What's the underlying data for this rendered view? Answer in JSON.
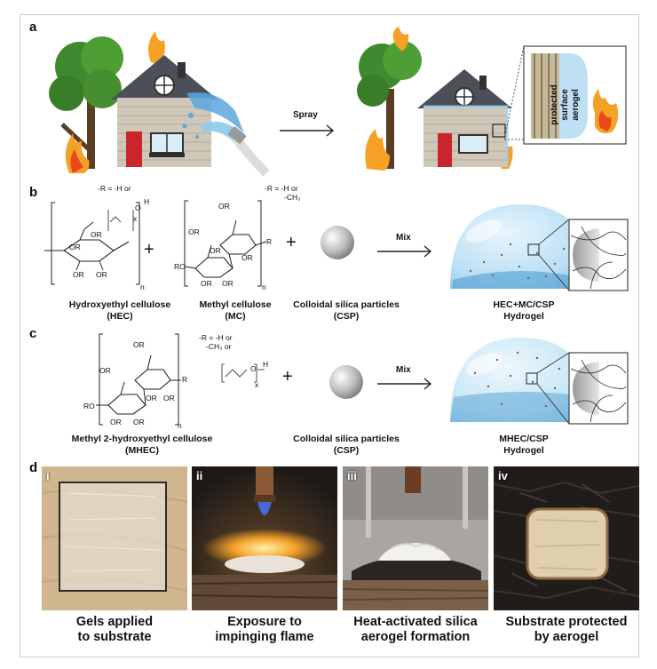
{
  "panels": {
    "a": "a",
    "b": "b",
    "c": "c",
    "d": "d"
  },
  "panel_a": {
    "arrow_label": "Spray",
    "zoom_text": [
      "protected",
      "surface",
      "aerogel"
    ]
  },
  "panel_b": {
    "r_note_1": [
      "-R = -H or"
    ],
    "r_note_2": [
      "-R = -H or",
      "-CH₃"
    ],
    "mix_label": "Mix",
    "captions": [
      [
        "Hydroxyethyl cellulose",
        "(HEC)"
      ],
      [
        "Methyl cellulose",
        "(MC)"
      ],
      [
        "Colloidal silica particles",
        "(CSP)"
      ],
      [
        "HEC+MC/CSP",
        "Hydrogel"
      ]
    ]
  },
  "panel_c": {
    "r_note": [
      "-R = -H or",
      "-CH₃ or"
    ],
    "mix_label": "Mix",
    "captions": [
      [
        "Methyl 2-hydroxyethyl cellulose",
        "(MHEC)"
      ],
      [
        "Colloidal silica particles",
        "(CSP)"
      ],
      [
        "MHEC/CSP",
        "Hydrogel"
      ]
    ]
  },
  "chem_text": {
    "OR": "OR",
    "RO": "RO",
    "O": "O",
    "H": "H",
    "R": "R",
    "x": "x",
    "n": "n"
  },
  "panel_d": {
    "photos": [
      {
        "roman": "i",
        "caption": [
          "Gels applied",
          "to substrate"
        ]
      },
      {
        "roman": "ii",
        "caption": [
          "Exposure to",
          "impinging flame"
        ]
      },
      {
        "roman": "iii",
        "caption": [
          "Heat-activated silica",
          "aerogel formation"
        ]
      },
      {
        "roman": "iv",
        "caption": [
          "Substrate protected",
          "by aerogel"
        ]
      }
    ]
  },
  "colors": {
    "gel": "#a9d4ee",
    "gel_dark": "#5fa6d6",
    "wood": "#cdb48c",
    "char": "#1f1c1a",
    "flame": "#f4a126",
    "house_siding": "#cfc7b8",
    "roof": "#4b4f57",
    "door": "#c8262c",
    "tree": "#3f8a2e"
  }
}
